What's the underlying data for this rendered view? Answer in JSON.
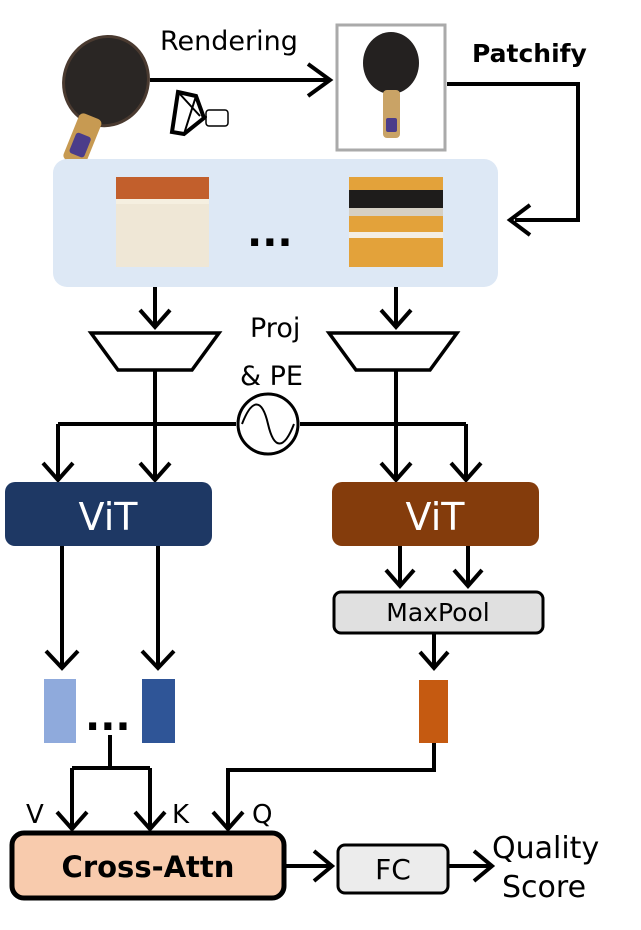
{
  "labels": {
    "rendering": "Rendering",
    "patchify": "Patchify",
    "ellipsis": "...",
    "proj": "Proj",
    "pe": "& PE",
    "vit_left": "ViT",
    "vit_right": "ViT",
    "maxpool": "MaxPool",
    "v": "V",
    "k": "K",
    "q": "Q",
    "cross_attn": "Cross-Attn",
    "fc": "FC",
    "quality": "Quality",
    "score": "Score"
  },
  "colors": {
    "patch_panel": "#dde8f5",
    "vit_left": "#1e3864",
    "vit_right": "#843c0c",
    "maxpool": "#e0e0e0",
    "cross_attn": "#f8cbad",
    "fc": "#ececec",
    "token_light": "#8faadc",
    "token_dark": "#2f5597",
    "token_orange": "#c55a11"
  },
  "icons": {
    "paddle": "ping-pong-paddle-icon",
    "camera": "camera-icon",
    "sine": "sine-wave-icon"
  }
}
